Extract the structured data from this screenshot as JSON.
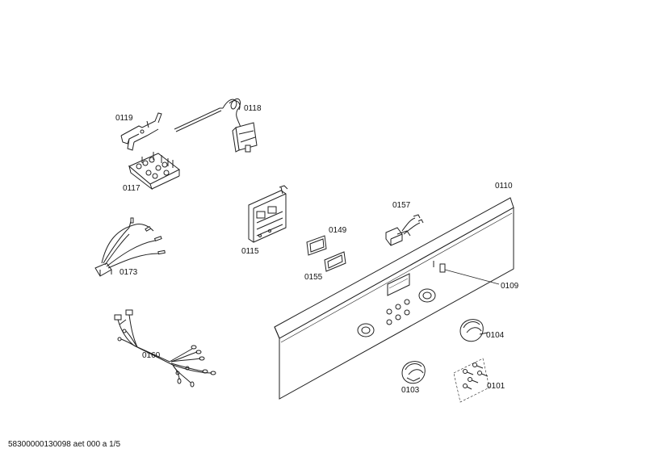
{
  "labels": {
    "p0119": "0119",
    "p0118": "0118",
    "p0117": "0117",
    "p0110": "0110",
    "p0157": "0157",
    "p0115": "0115",
    "p0149": "0149",
    "p0155": "0155",
    "p0109": "0109",
    "p0173": "0173",
    "p0104": "0104",
    "p0160": "0160",
    "p0103": "0103",
    "p0101": "0101"
  },
  "footer": {
    "text": "58300000130098 aet 000 a 1/5"
  },
  "colors": {
    "line": "#222222",
    "background": "#ffffff"
  }
}
